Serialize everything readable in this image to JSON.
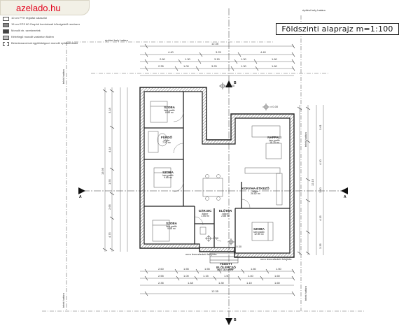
{
  "site": {
    "name": "azelado.hu",
    "brand_color": "#e2001a"
  },
  "drawing": {
    "title": "Földszinti alaprajz m=1:100",
    "level_markers": [
      "± 0.00",
      "± 0.00",
      "-0.30",
      "-0.30"
    ],
    "boundary_labels": [
      "építési hely határa",
      "építési hely határa",
      "telek határa",
      "telek határa",
      "telek határa",
      "telek határa"
    ],
    "section_marks": [
      "A",
      "A",
      "B",
      "B"
    ],
    "legend": [
      {
        "text": "10 cm PTH téglafal válaszfal"
      },
      {
        "text": "15 cm EPS 80 Graphit homlokzati hőszigetelő rendszer"
      },
      {
        "text": "Monolit vb. szerkezetek"
      },
      {
        "text": "Kétrétegű monolit vasbeton födém"
      },
      {
        "text": "Betonkoszorúval együttdolgozó monolit nyílásáthidaló"
      }
    ],
    "rooms": [
      {
        "name": "SZOBA",
        "floor": "lam.padló",
        "area": "8.88 m²"
      },
      {
        "name": "FÜRDŐ",
        "floor": "kőpor",
        "area": "7.53 m²"
      },
      {
        "name": "SZOBA",
        "floor": "lam.padló",
        "area": "9.88 m²"
      },
      {
        "name": "SZOBA",
        "floor": "lam.padló",
        "area": "9.88 m²"
      },
      {
        "name": "NAPPALI",
        "floor": "lam.padló",
        "area": "18.15 m²"
      },
      {
        "name": "KONYHA-ÉTKEZŐ",
        "floor": "kőpor",
        "area": "26.82 m²"
      },
      {
        "name": "SZOBA",
        "floor": "lam.padló",
        "area": "12.59 m²"
      },
      {
        "name": "GÁR.WC",
        "floor": "kőpor",
        "area": "1.54 m²"
      },
      {
        "name": "ELŐTÉR",
        "floor": "kőpor",
        "area": "2.88 m²"
      },
      {
        "name": "FEDETT ELŐLÉPCSŐ",
        "floor": "",
        "area": ""
      }
    ],
    "notes": [
      "nem lemezfedett felújítás",
      "nem lemezfedett felújítás",
      "kézi lapvetés"
    ],
    "dims_top_overall": "12.35",
    "dims_top_row1": [
      "4.40",
      "3.25",
      "4.40"
    ],
    "dims_top_row2": [
      "2.60",
      "1.30",
      "3.15",
      "1.30",
      "1.60"
    ],
    "dims_top_row3": [
      "2.35",
      "1.00",
      "3.25",
      "1.30",
      "1.60"
    ],
    "dims_bottom_row1": [
      "2.60",
      "1.55",
      "1.55",
      "1.30",
      "1.60",
      "1.50"
    ],
    "dims_bottom_row2": [
      "2.55",
      "1.00",
      "1.15",
      "1.50",
      "1.40",
      "1.60"
    ],
    "dims_bottom_row3": [
      "2.35",
      "1.48",
      "1.30",
      "1.10",
      "1.60"
    ],
    "dims_bottom_overall": "12.35",
    "dims_left_overall": "13.95",
    "dims_left": [
      "3.18",
      "4.18",
      "1.55",
      "2.65",
      "4.75"
    ],
    "dims_right_overall": "12.15",
    "dims_right": [
      "3.61",
      "4.10",
      "1.90",
      "4.15",
      "3.35"
    ]
  }
}
